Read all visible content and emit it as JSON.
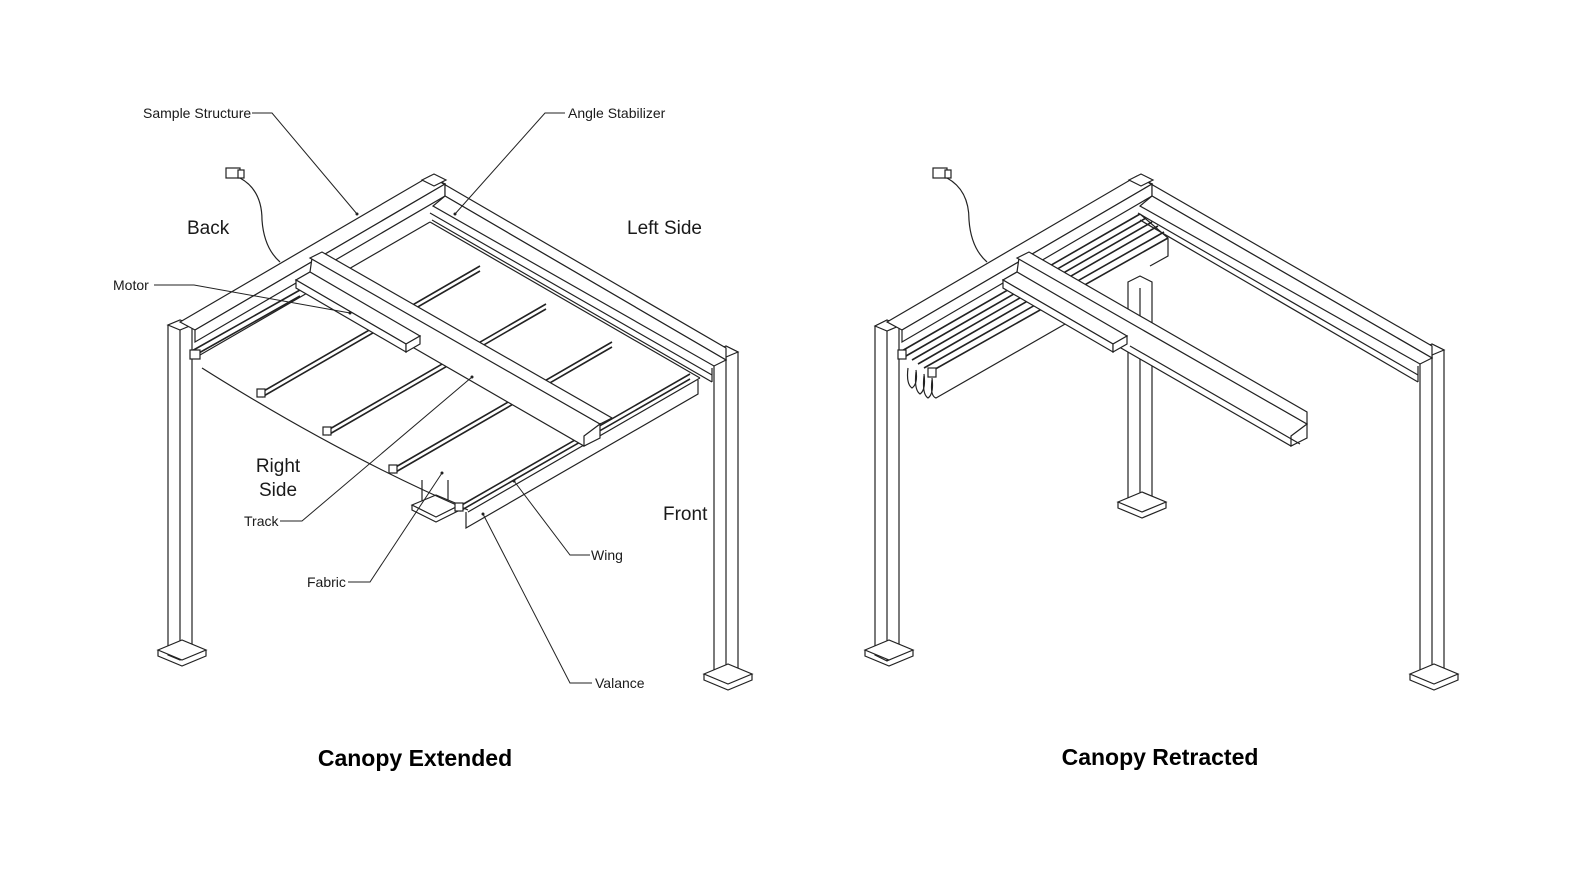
{
  "colors": {
    "line": "#222222",
    "background": "#ffffff"
  },
  "extended": {
    "title": "Canopy Extended",
    "labels": {
      "sample_structure": "Sample Structure",
      "angle_stabilizer": "Angle Stabilizer",
      "back": "Back",
      "left_side": "Left Side",
      "motor": "Motor",
      "right_side_line1": "Right",
      "right_side_line2": "Side",
      "front": "Front",
      "track": "Track",
      "wing": "Wing",
      "fabric": "Fabric",
      "valance": "Valance"
    }
  },
  "retracted": {
    "title": "Canopy Retracted"
  }
}
